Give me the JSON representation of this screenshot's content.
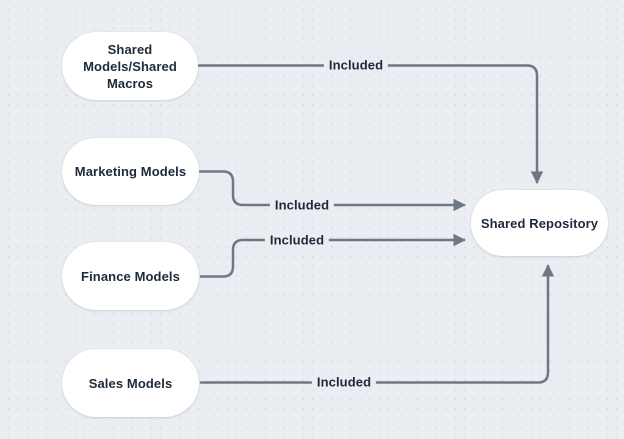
{
  "diagram": {
    "type": "flowchart",
    "background": {
      "style": "dot-grid",
      "base_color": "#eaedf1",
      "dot_color": "#d5dbe2"
    },
    "colors": {
      "node_fill": "#ffffff",
      "node_text": "#1e2a3a",
      "arrow": "#6e7884"
    },
    "nodes": [
      {
        "id": "shared-models-shared-macros",
        "label": "Shared\nModels/Shared\nMacros",
        "shape": "pill"
      },
      {
        "id": "marketing-models",
        "label": "Marketing Models",
        "shape": "pill"
      },
      {
        "id": "finance-models",
        "label": "Finance Models",
        "shape": "pill"
      },
      {
        "id": "sales-models",
        "label": "Sales Models",
        "shape": "pill"
      },
      {
        "id": "shared-repository",
        "label": "Shared Repository",
        "shape": "pill"
      }
    ],
    "edges": [
      {
        "from": "Shared Models/Shared Macros",
        "to": "Shared Repository",
        "label": "Included",
        "enters_target": "top"
      },
      {
        "from": "Marketing Models",
        "to": "Shared Repository",
        "label": "Included",
        "enters_target": "left"
      },
      {
        "from": "Finance Models",
        "to": "Shared Repository",
        "label": "Included",
        "enters_target": "left"
      },
      {
        "from": "Sales Models",
        "to": "Shared Repository",
        "label": "Included",
        "enters_target": "bottom"
      }
    ]
  }
}
